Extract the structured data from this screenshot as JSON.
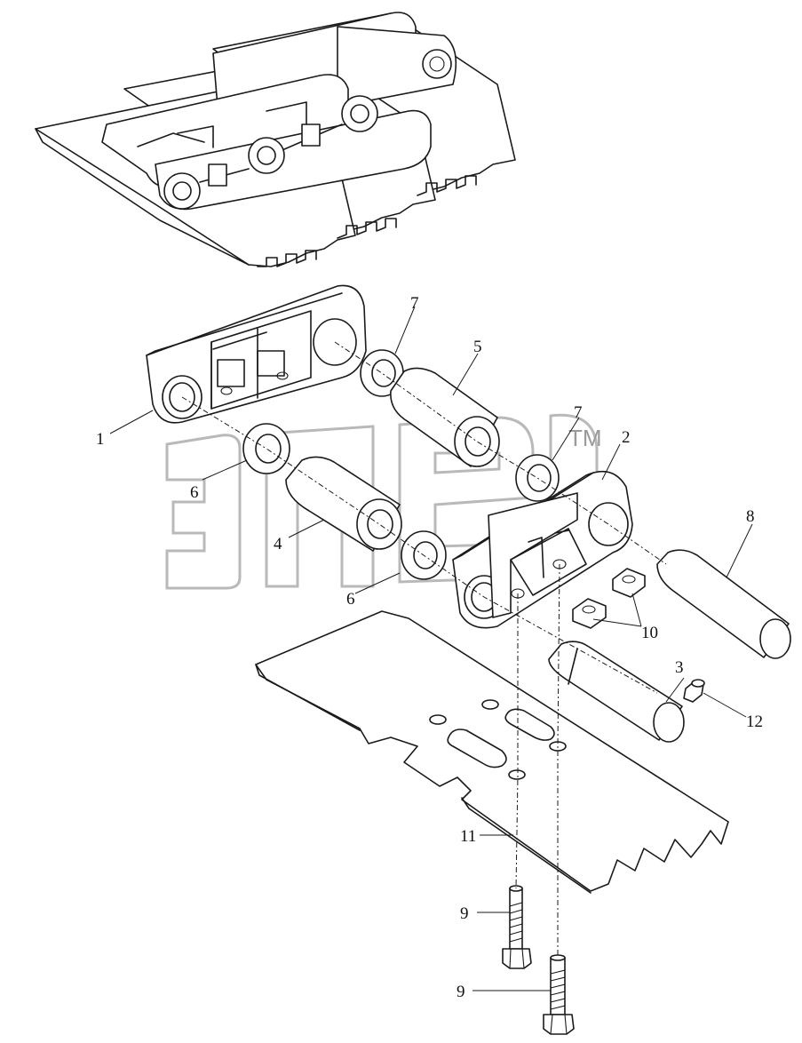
{
  "watermark": {
    "text": "ЭПЕ",
    "mark": "TM"
  },
  "callouts": [
    {
      "id": "c1",
      "label": "1"
    },
    {
      "id": "c2",
      "label": "2"
    },
    {
      "id": "c3",
      "label": "3"
    },
    {
      "id": "c4",
      "label": "4"
    },
    {
      "id": "c5",
      "label": "5"
    },
    {
      "id": "c6a",
      "label": "6"
    },
    {
      "id": "c6b",
      "label": "6"
    },
    {
      "id": "c7a",
      "label": "7"
    },
    {
      "id": "c7b",
      "label": "7"
    },
    {
      "id": "c8",
      "label": "8"
    },
    {
      "id": "c9a",
      "label": "9"
    },
    {
      "id": "c9b",
      "label": "9"
    },
    {
      "id": "c10",
      "label": "10"
    },
    {
      "id": "c11",
      "label": "11"
    },
    {
      "id": "c12",
      "label": "12"
    }
  ],
  "colors": {
    "line": "#1a1a1a",
    "watermark": "#b9b9b9",
    "background": "#ffffff"
  }
}
